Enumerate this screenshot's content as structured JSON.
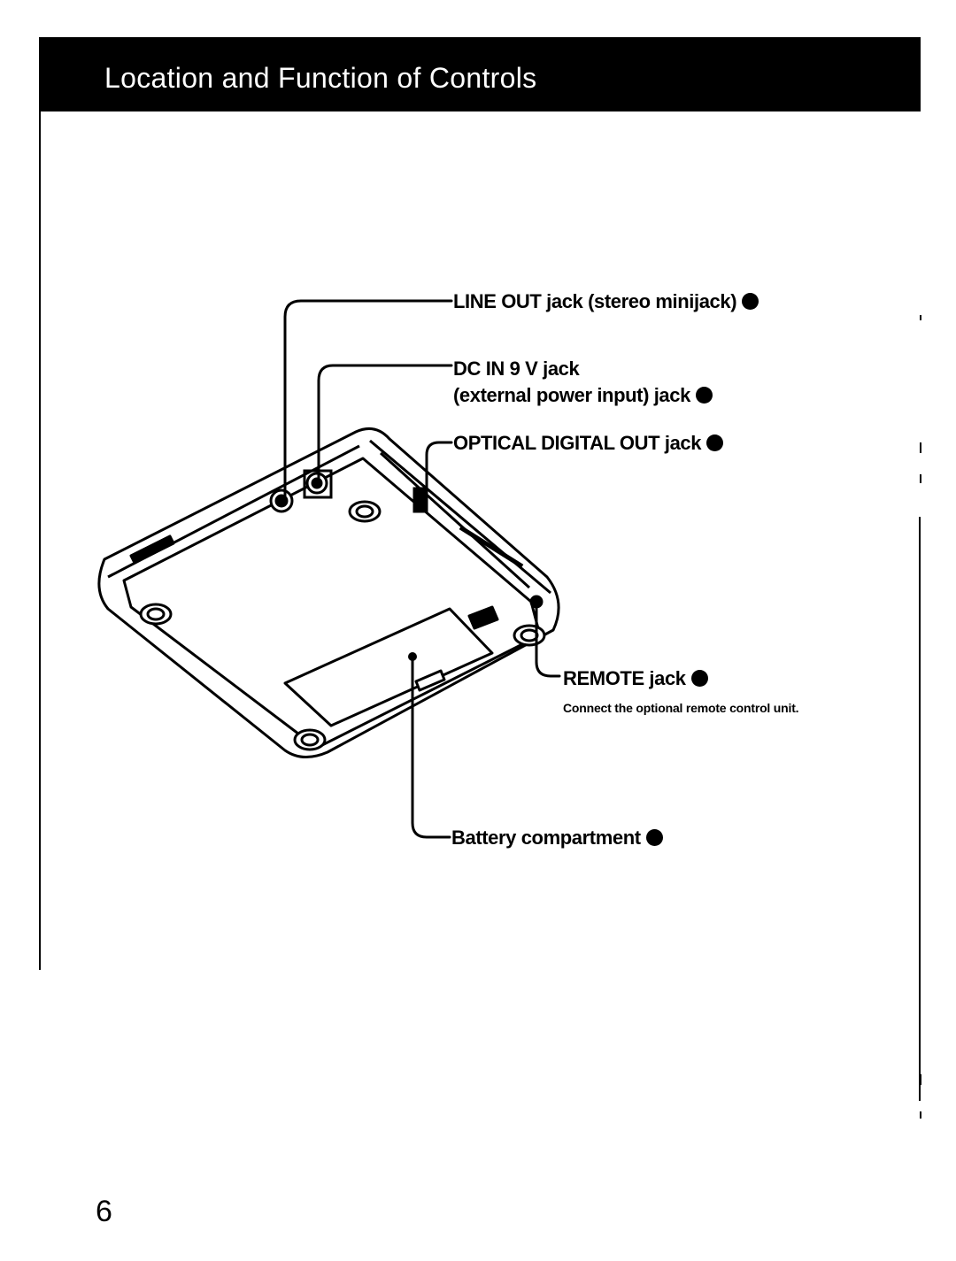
{
  "header": {
    "title": "Location and Function of Controls"
  },
  "labels": {
    "line_out": "LINE OUT jack (stereo minijack)",
    "dc_in_line1": "DC IN 9 V jack",
    "dc_in_line2": "(external power input) jack",
    "optical": "OPTICAL DIGITAL OUT jack",
    "remote": "REMOTE jack",
    "remote_note": "Connect the optional remote control unit.",
    "battery": "Battery compartment"
  },
  "page_number": "6"
}
